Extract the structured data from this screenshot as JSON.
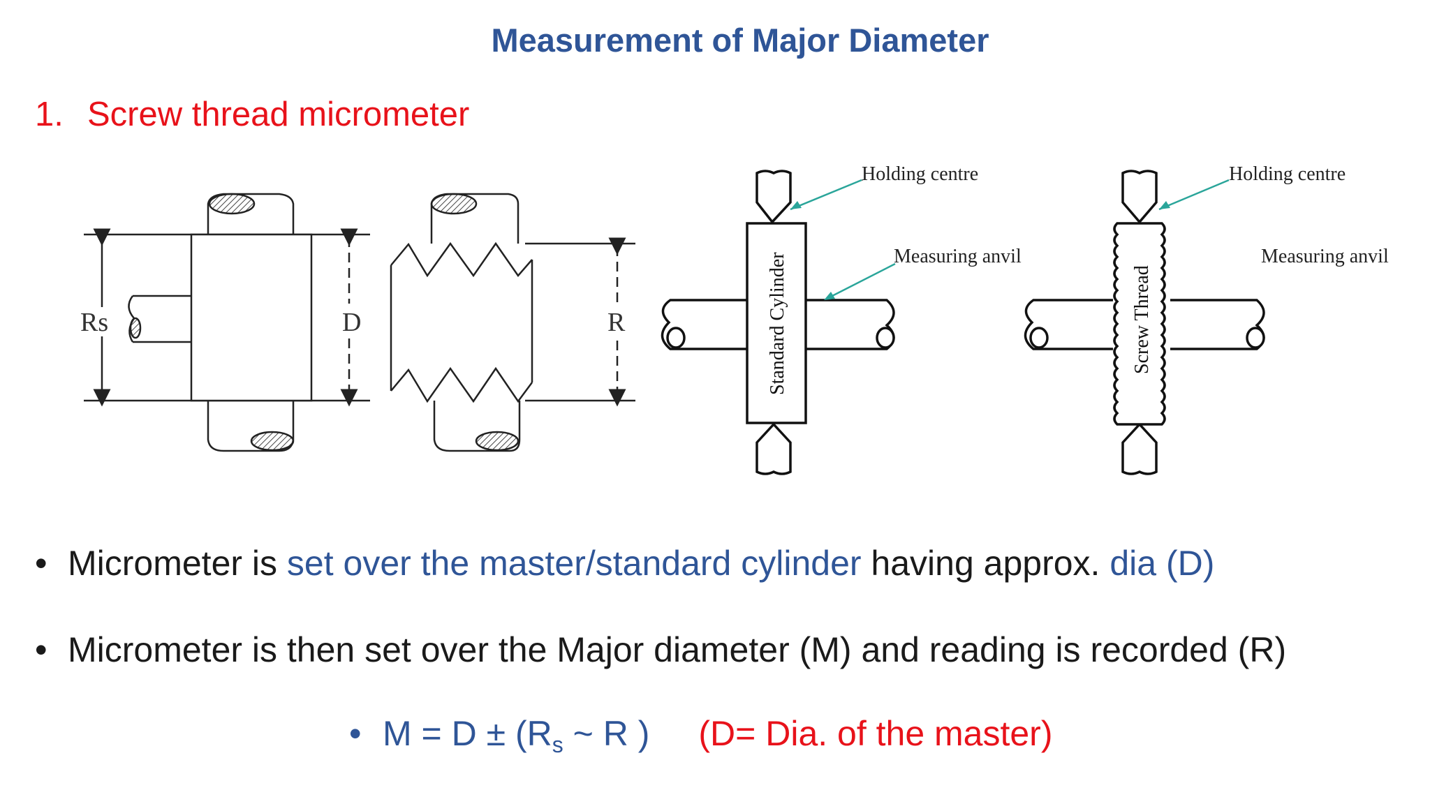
{
  "title": "Measurement of Major Diameter",
  "heading": {
    "number": "1.",
    "text": "Screw thread micrometer"
  },
  "left_figure": {
    "labels": {
      "rs": "Rs",
      "d": "D",
      "r": "R"
    }
  },
  "right_figure": {
    "cylinder_panel": {
      "holding_centre": "Holding centre",
      "measuring_anvil": "Measuring anvil",
      "body_label": "Standard Cylinder"
    },
    "thread_panel": {
      "holding_centre": "Holding centre",
      "measuring_anvil": "Measuring anvil",
      "body_label": "Screw Thread"
    }
  },
  "bullets": [
    {
      "part1": "Micrometer is ",
      "part2": "set over the master/standard cylinder",
      "part3": " having approx. ",
      "part4": "dia (D)"
    },
    {
      "text": "Micrometer is then set over the Major diameter (M) and reading is recorded (R)"
    }
  ],
  "formula": {
    "bullet": "•",
    "expr_before_sub": "M = D ± (R",
    "sub": "s",
    "expr_after_sub": " ~ R )",
    "note": "(D= Dia. of the master)"
  },
  "colors": {
    "title": "#2f5597",
    "heading": "#e8121a",
    "accent_blue": "#2f5597",
    "accent_red": "#e8121a",
    "arrow": "#2aa59a"
  }
}
